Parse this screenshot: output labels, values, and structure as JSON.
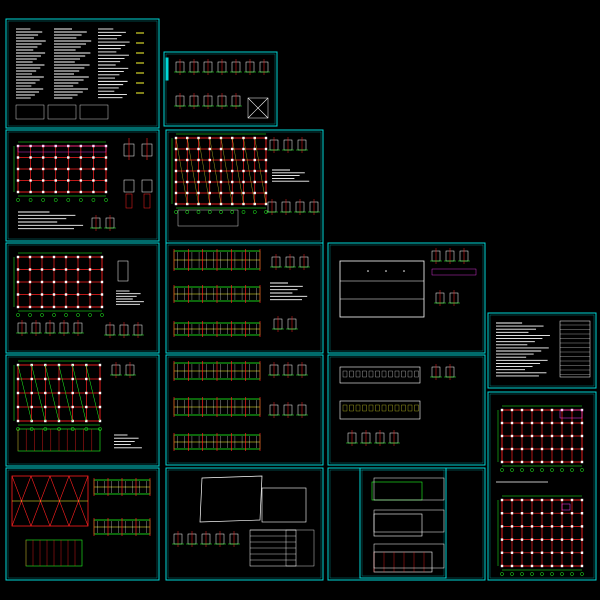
{
  "title": "",
  "colors": {
    "background": "#000000",
    "frame": "#00d8d8",
    "grid_red": "#ff2020",
    "grid_green": "#20ff20",
    "text_white": "#ffffff",
    "accent_magenta": "#ff40ff",
    "accent_yellow": "#ffff30"
  },
  "sheets": [
    {
      "id": "s01",
      "kind": "notes"
    },
    {
      "id": "s02",
      "kind": "details"
    },
    {
      "id": "s03",
      "kind": "foundation-plan"
    },
    {
      "id": "s04",
      "kind": "framing-plan"
    },
    {
      "id": "s05",
      "kind": "column-layout"
    },
    {
      "id": "s06",
      "kind": "beam-elevations"
    },
    {
      "id": "s07",
      "kind": "steel-framing"
    },
    {
      "id": "s08",
      "kind": "beam-elevations"
    },
    {
      "id": "s09",
      "kind": "bracing-elevations"
    },
    {
      "id": "s10",
      "kind": "roof-plan"
    },
    {
      "id": "s11",
      "kind": "site-plan"
    },
    {
      "id": "s12",
      "kind": "building-elevations"
    },
    {
      "id": "s13",
      "kind": "section"
    },
    {
      "id": "s14",
      "kind": "notes-table"
    },
    {
      "id": "s15",
      "kind": "roof-framing"
    },
    {
      "id": "s16",
      "kind": "elevations"
    }
  ]
}
